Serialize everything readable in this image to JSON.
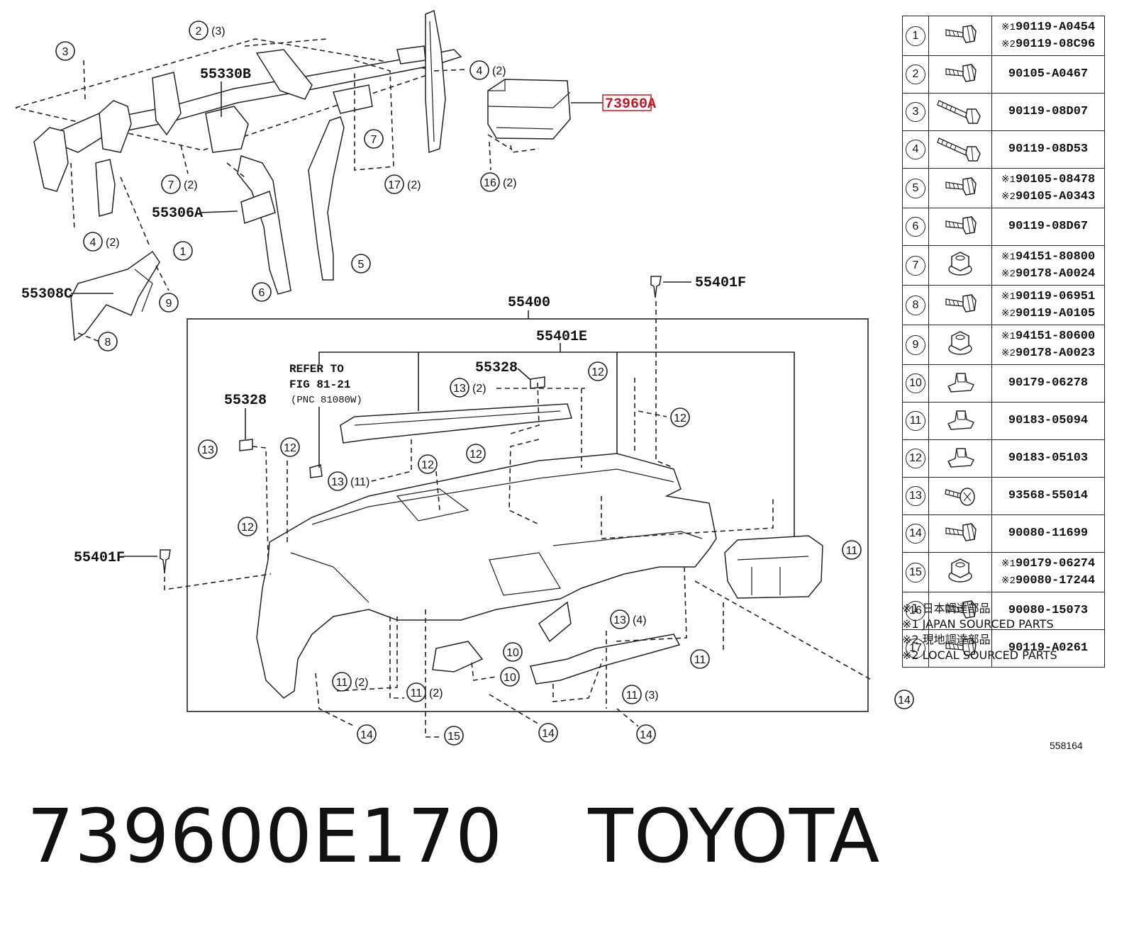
{
  "diagram": {
    "part_labels": {
      "p55330B": "55330B",
      "p55306A": "55306A",
      "p55308C": "55308C",
      "p73960A": "73960A",
      "p55401F_top": "55401F",
      "p55401F_left": "55401F",
      "p55400": "55400",
      "p55401E": "55401E",
      "p55328_top": "55328",
      "p55328_left": "55328"
    },
    "refer_note": [
      "REFER TO",
      "FIG 81-21",
      "(PNC 81080W)"
    ],
    "callouts": {
      "c2": {
        "n": "2",
        "q": "(3)"
      },
      "c3": {
        "n": "3",
        "q": ""
      },
      "c4a": {
        "n": "4",
        "q": "(2)"
      },
      "c7a": {
        "n": "7",
        "q": ""
      },
      "c7b": {
        "n": "7",
        "q": "(2)"
      },
      "c17": {
        "n": "17",
        "q": "(2)"
      },
      "c16": {
        "n": "16",
        "q": "(2)"
      },
      "c4b": {
        "n": "4",
        "q": "(2)"
      },
      "c1": {
        "n": "1",
        "q": ""
      },
      "c5": {
        "n": "5",
        "q": ""
      },
      "c6": {
        "n": "6",
        "q": ""
      },
      "c9": {
        "n": "9",
        "q": ""
      },
      "c8": {
        "n": "8",
        "q": ""
      },
      "c13a": {
        "n": "13",
        "q": "(2)"
      },
      "c12a": {
        "n": "12",
        "q": ""
      },
      "c12b": {
        "n": "12",
        "q": ""
      },
      "c13b": {
        "n": "13",
        "q": ""
      },
      "c12c": {
        "n": "12",
        "q": ""
      },
      "c13c": {
        "n": "13",
        "q": "(11)"
      },
      "c12d": {
        "n": "12",
        "q": ""
      },
      "c12e": {
        "n": "12",
        "q": ""
      },
      "c12f": {
        "n": "12",
        "q": ""
      },
      "c11a": {
        "n": "11",
        "q": ""
      },
      "c13d": {
        "n": "13",
        "q": "(4)"
      },
      "c10a": {
        "n": "10",
        "q": ""
      },
      "c10b": {
        "n": "10",
        "q": ""
      },
      "c11b": {
        "n": "11",
        "q": "(2)"
      },
      "c11c": {
        "n": "11",
        "q": "(2)"
      },
      "c11d": {
        "n": "11",
        "q": "(3)"
      },
      "c11e": {
        "n": "11",
        "q": ""
      },
      "c14a": {
        "n": "14",
        "q": ""
      },
      "c14b": {
        "n": "14",
        "q": ""
      },
      "c14c": {
        "n": "14",
        "q": ""
      },
      "c14d": {
        "n": "14",
        "q": ""
      },
      "c15": {
        "n": "15",
        "q": ""
      }
    }
  },
  "fastener_table": [
    {
      "no": "1",
      "icon": "hex-flange-bolt-icon",
      "parts": [
        {
          "mark": "※1",
          "pn": "90119-A0454"
        },
        {
          "mark": "※2",
          "pn": "90119-08C96"
        }
      ]
    },
    {
      "no": "2",
      "icon": "hex-flange-bolt-icon",
      "parts": [
        {
          "mark": "",
          "pn": "90105-A0467"
        }
      ]
    },
    {
      "no": "3",
      "icon": "long-hex-bolt-icon",
      "parts": [
        {
          "mark": "",
          "pn": "90119-08D07"
        }
      ]
    },
    {
      "no": "4",
      "icon": "long-hex-bolt-icon",
      "parts": [
        {
          "mark": "",
          "pn": "90119-08D53"
        }
      ]
    },
    {
      "no": "5",
      "icon": "hex-flange-bolt-icon",
      "parts": [
        {
          "mark": "※1",
          "pn": "90105-08478"
        },
        {
          "mark": "※2",
          "pn": "90105-A0343"
        }
      ]
    },
    {
      "no": "6",
      "icon": "hex-flange-bolt-icon",
      "parts": [
        {
          "mark": "",
          "pn": "90119-08D67"
        }
      ]
    },
    {
      "no": "7",
      "icon": "flange-nut-icon",
      "parts": [
        {
          "mark": "※1",
          "pn": "94151-80800"
        },
        {
          "mark": "※2",
          "pn": "90178-A0024"
        }
      ]
    },
    {
      "no": "8",
      "icon": "hex-flange-bolt-icon",
      "parts": [
        {
          "mark": "※1",
          "pn": "90119-06951"
        },
        {
          "mark": "※2",
          "pn": "90119-A0105"
        }
      ]
    },
    {
      "no": "9",
      "icon": "flange-nut-icon",
      "parts": [
        {
          "mark": "※1",
          "pn": "94151-80600"
        },
        {
          "mark": "※2",
          "pn": "90178-A0023"
        }
      ]
    },
    {
      "no": "10",
      "icon": "clip-nut-icon",
      "parts": [
        {
          "mark": "",
          "pn": "90179-06278"
        }
      ]
    },
    {
      "no": "11",
      "icon": "clip-nut-icon",
      "parts": [
        {
          "mark": "",
          "pn": "90183-05094"
        }
      ]
    },
    {
      "no": "12",
      "icon": "clip-nut-icon",
      "parts": [
        {
          "mark": "",
          "pn": "90183-05103"
        }
      ]
    },
    {
      "no": "13",
      "icon": "screw-icon",
      "parts": [
        {
          "mark": "",
          "pn": "93568-55014"
        }
      ]
    },
    {
      "no": "14",
      "icon": "hex-flange-bolt-icon",
      "parts": [
        {
          "mark": "",
          "pn": "90080-11699"
        }
      ]
    },
    {
      "no": "15",
      "icon": "flange-nut-icon",
      "parts": [
        {
          "mark": "※1",
          "pn": "90179-06274"
        },
        {
          "mark": "※2",
          "pn": "90080-17244"
        }
      ]
    },
    {
      "no": "16",
      "icon": "hex-flange-bolt-icon",
      "parts": [
        {
          "mark": "",
          "pn": "90080-15073"
        }
      ]
    },
    {
      "no": "17",
      "icon": "hex-flange-bolt-icon",
      "parts": [
        {
          "mark": "",
          "pn": "90119-A0261"
        }
      ]
    }
  ],
  "notes": [
    "※1 日本調達部品",
    "※1 JAPAN SOURCED PARTS",
    "※2 現地調達部品",
    "※2 LOCAL SOURCED PARTS"
  ],
  "illustration_number": "558164",
  "caption": {
    "part_number": "739600E170",
    "brand": "TOYOTA"
  },
  "highlight_color": "#e0202a"
}
